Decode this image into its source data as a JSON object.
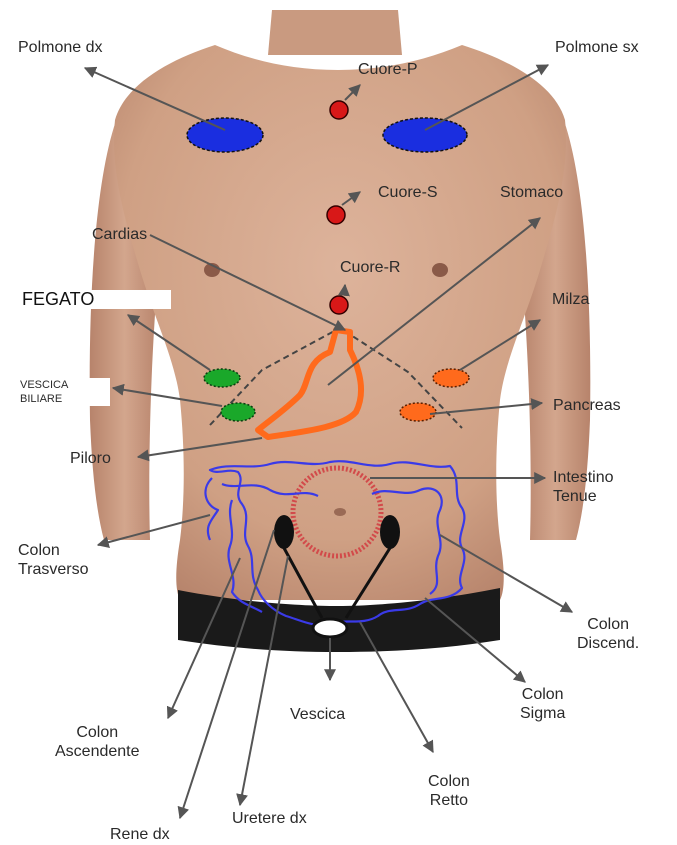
{
  "diagram": {
    "labels": {
      "polmone_dx": "Polmone dx",
      "polmone_sx": "Polmone sx",
      "cuore_p": "Cuore-P",
      "cuore_s": "Cuore-S",
      "cuore_r": "Cuore-R",
      "stomaco": "Stomaco",
      "cardias": "Cardias",
      "fegato": "FEGATO",
      "milza": "Milza",
      "vescica_biliare_1": "VESCICA",
      "vescica_biliare_2": "BILIARE",
      "pancreas": "Pancreas",
      "piloro": "Piloro",
      "intestino_1": "Intestino",
      "intestino_2": "Tenue",
      "colon_trasverso_1": "Colon",
      "colon_trasverso_2": "Trasverso",
      "colon_discend_1": "Colon",
      "colon_discend_2": "Discend.",
      "colon_sigma_1": "Colon",
      "colon_sigma_2": "Sigma",
      "vescica": "Vescica",
      "colon_ascendente_1": "Colon",
      "colon_ascendente_2": "Ascendente",
      "colon_retto_1": "Colon",
      "colon_retto_2": "Retto",
      "uretere_dx": "Uretere dx",
      "rene_dx": "Rene dx"
    },
    "colors": {
      "skin": "#d4a58c",
      "skin_shadow": "#b9866d",
      "lung": "#1a2ee0",
      "heart": "#d81818",
      "stomach": "#ff6a1c",
      "liver": "#1aa82a",
      "spleen": "#ff6a1c",
      "intestine": "#d24a4a",
      "colon": "#3a3ae8",
      "kidney": "#111111",
      "pants": "#1a1a1a",
      "arrow": "#555555"
    }
  }
}
